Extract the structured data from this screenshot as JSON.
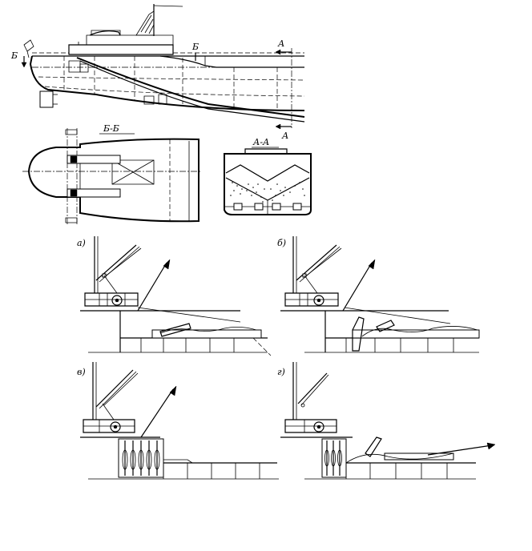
{
  "labels": {
    "section_b_left": "Б",
    "section_b_right": "Б",
    "section_a_top": "А",
    "section_a_bottom": "А",
    "view_bb": "Б-Б",
    "view_aa": "А-А",
    "panel_a": "а)",
    "panel_b": "б)",
    "panel_v": "в)",
    "panel_g": "г)"
  }
}
